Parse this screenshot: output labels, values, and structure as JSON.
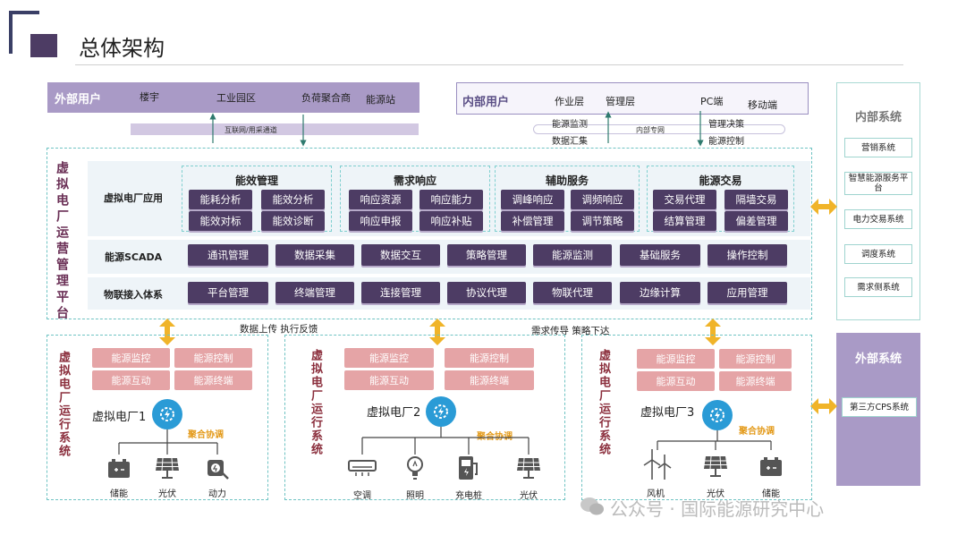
{
  "page_title": "总体架构",
  "external_users": {
    "label": "外部用户",
    "items": [
      "楼宇",
      "工业园区",
      "负荷聚合商",
      "能源站"
    ],
    "channel": "互联网/用采通道"
  },
  "internal_users": {
    "label": "内部用户",
    "items": [
      "作业层",
      "管理层",
      "PC端",
      "移动端"
    ],
    "left_labels": [
      "能源监测",
      "数据汇集"
    ],
    "right_labels": [
      "管理决策",
      "能源控制"
    ],
    "channel": "内部专网"
  },
  "right_panel": {
    "internal_title": "内部系统",
    "internal_items": [
      "营销系统",
      "智慧能源服务平台",
      "电力交易系统",
      "调度系统",
      "需求侧系统"
    ],
    "external_title": "外部系统",
    "external_items": [
      "第三方CPS系统"
    ]
  },
  "platform": {
    "title": "虚拟电厂运营管理平台",
    "rows": {
      "apps": {
        "label": "虚拟电厂应用",
        "groups": [
          {
            "title": "能效管理",
            "items": [
              "能耗分析",
              "能效分析",
              "能效对标",
              "能效诊断"
            ]
          },
          {
            "title": "需求响应",
            "items": [
              "响应资源",
              "响应能力",
              "响应申报",
              "响应补贴"
            ]
          },
          {
            "title": "辅助服务",
            "items": [
              "调峰响应",
              "调频响应",
              "补偿管理",
              "调节策略"
            ]
          },
          {
            "title": "能源交易",
            "items": [
              "交易代理",
              "隔墙交易",
              "结算管理",
              "偏差管理"
            ]
          }
        ]
      },
      "scada": {
        "label": "能源SCADA",
        "items": [
          "通讯管理",
          "数据采集",
          "数据交互",
          "策略管理",
          "能源监测",
          "基础服务",
          "操作控制"
        ]
      },
      "iot": {
        "label": "物联接入体系",
        "items": [
          "平台管理",
          "终端管理",
          "连接管理",
          "协议代理",
          "物联代理",
          "边缘计算",
          "应用管理"
        ]
      }
    }
  },
  "flows": {
    "left": "数据上传 执行反馈",
    "right": "需求传导 策略下达"
  },
  "runtime": {
    "title": "虚拟电厂运行系统",
    "functions": [
      "能源监控",
      "能源控制",
      "能源互动",
      "能源终端"
    ],
    "coordination": "聚合协调",
    "plants": [
      {
        "name": "虚拟电厂1",
        "devices": [
          "储能",
          "光伏",
          "动力"
        ]
      },
      {
        "name": "虚拟电厂2",
        "devices": [
          "空调",
          "照明",
          "充电桩",
          "光伏"
        ]
      },
      {
        "name": "虚拟电厂3",
        "devices": [
          "风机",
          "光伏",
          "储能"
        ]
      }
    ]
  },
  "watermark": "公众号 · 国际能源研究中心",
  "colors": {
    "accent_purple": "#4d3c64",
    "header_lavender": "#a99ac6",
    "pink": "#e5a4a6",
    "teal_dash": "#6fc3c3",
    "arrow_orange": "#f0b429",
    "controller_blue": "#2a9bd6"
  }
}
